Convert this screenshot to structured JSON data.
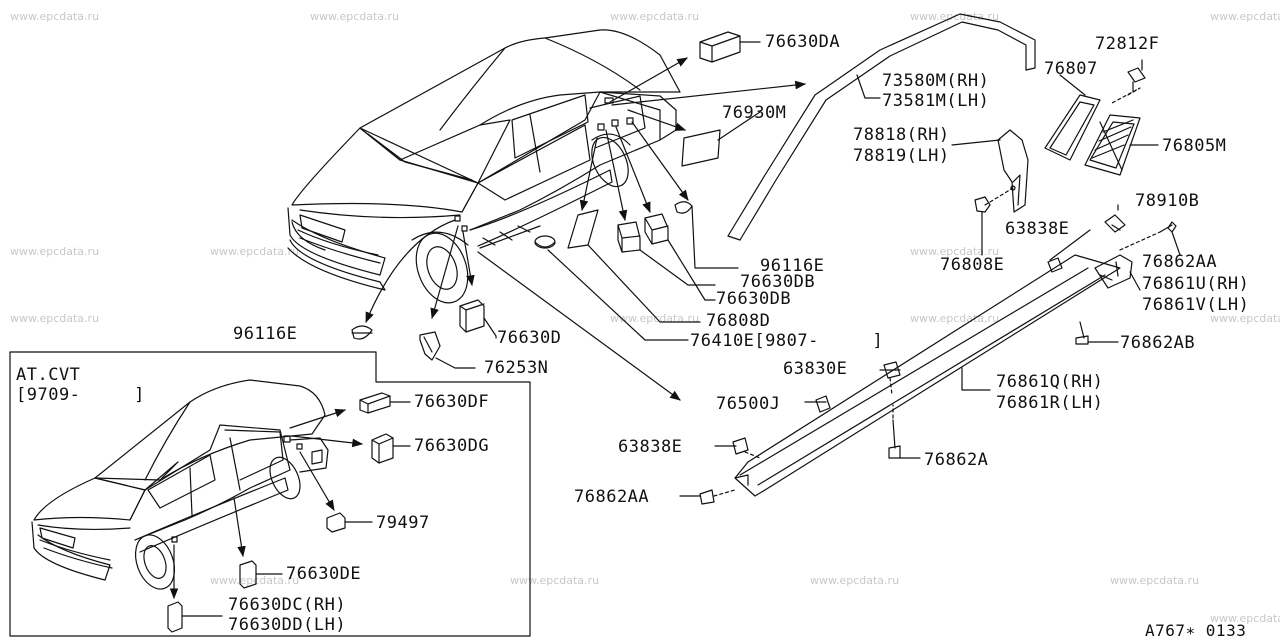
{
  "watermark": "www.epcdata.ru",
  "inset": {
    "line1": "AT.CVT",
    "line2": "[9709-     ]"
  },
  "sheet_id": "A767∗ 0133",
  "parts": {
    "p76630DA": "76630DA",
    "p73580M": "73580M(RH)",
    "p73581M": "73581M(LH)",
    "p76807": "76807",
    "p72812F": "72812F",
    "p76930M": "76930M",
    "p78818": "78818(RH)",
    "p78819": "78819(LH)",
    "p76805M": "76805M",
    "p78910B": "78910B",
    "p63838E_top": "63838E",
    "p76808E": "76808E",
    "p76862AA_top": "76862AA",
    "p76861U": "76861U(RH)",
    "p76861V": "76861V(LH)",
    "p96116E_right": "96116E",
    "p76630DB_1": "76630DB",
    "p76630DB_2": "76630DB",
    "p76808D": "76808D",
    "p76410E": "76410E[9807-     ]",
    "p76862AB": "76862AB",
    "p96116E_left": "96116E",
    "p76630D": "76630D",
    "p76253N": "76253N",
    "p63830E": "63830E",
    "p76861Q": "76861Q(RH)",
    "p76861R": "76861R(LH)",
    "p76500J": "76500J",
    "p63838E_bot": "63838E",
    "p76862A": "76862A",
    "p76862AA_bot": "76862AA",
    "p76630DF": "76630DF",
    "p76630DG": "76630DG",
    "p79497": "79497",
    "p76630DE": "76630DE",
    "p76630DC": "76630DC(RH)",
    "p76630DD": "76630DD(LH)"
  }
}
